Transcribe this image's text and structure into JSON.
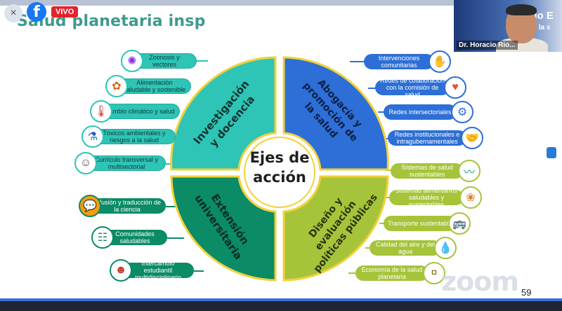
{
  "slide": {
    "title": "Salud planetaria insp",
    "center": {
      "line1": "Ejes de",
      "line2": "acción"
    },
    "quadrants": {
      "top_left": {
        "line1": "Investigación",
        "line2": "y docencia"
      },
      "top_right": {
        "line1": "Abogacía y",
        "line2": "promoción de",
        "line3": "la salud"
      },
      "bottom_left": {
        "line1": "Extensión",
        "line2": "universitaria"
      },
      "bottom_right": {
        "line1": "Diseño y",
        "line2": "evaluación",
        "line3": "políticas públicas"
      }
    },
    "left_top_items": [
      "Zoonosis y vectores",
      "Alimentación saludable y sostenible",
      "Cambio climático y salud",
      "Tóxicos ambientales y riesgos a la salud",
      "Currículo transversal y multisectorial"
    ],
    "left_bottom_items": [
      "Difusión y traducción de la ciencia",
      "Comunidades saludables",
      "Intercambio estudiantil multidisciplinario"
    ],
    "right_top_items": [
      "Intervenciones comunitarias",
      "Redes de colaboración con la comisión de salud",
      "Redes intersectoriales",
      "Redes institucionales e intragubernamentales"
    ],
    "right_bottom_items": [
      "Sistemas de salud sustentables",
      "Sistemas alimentarios saludables y sustentables",
      "Transporte sustentable",
      "Calidad del aire y del agua",
      "Economía de la salud planetaria"
    ],
    "page_number": "59"
  },
  "overlay": {
    "close_glyph": "×",
    "facebook_glyph": "f",
    "live_badge": "VIVO",
    "participant_name": "Dr. Horacio Rio...",
    "backdrop_title": "Radio E",
    "backdrop_sub": "por la s",
    "zoom_watermark": "zoom"
  },
  "icons": {
    "left_top": [
      "virus-icon",
      "food-icon",
      "thermometer-icon",
      "flask-icon",
      "people-icon"
    ],
    "left_bottom": [
      "chat-icon",
      "community-icon",
      "students-icon"
    ],
    "right_top": [
      "hands-icon",
      "heartbeat-icon",
      "network-icon",
      "handshake-icon"
    ],
    "right_bottom": [
      "pulse-icon",
      "vegetables-icon",
      "bus-icon",
      "drops-icon",
      "economy-icon"
    ]
  },
  "colors": {
    "teal": "#2ec4b6",
    "dark_green": "#0b8b66",
    "blue": "#2d6fd6",
    "lime": "#a6c43a",
    "ring_gold": "#f2d13a",
    "title_green": "#3e9a8c"
  }
}
